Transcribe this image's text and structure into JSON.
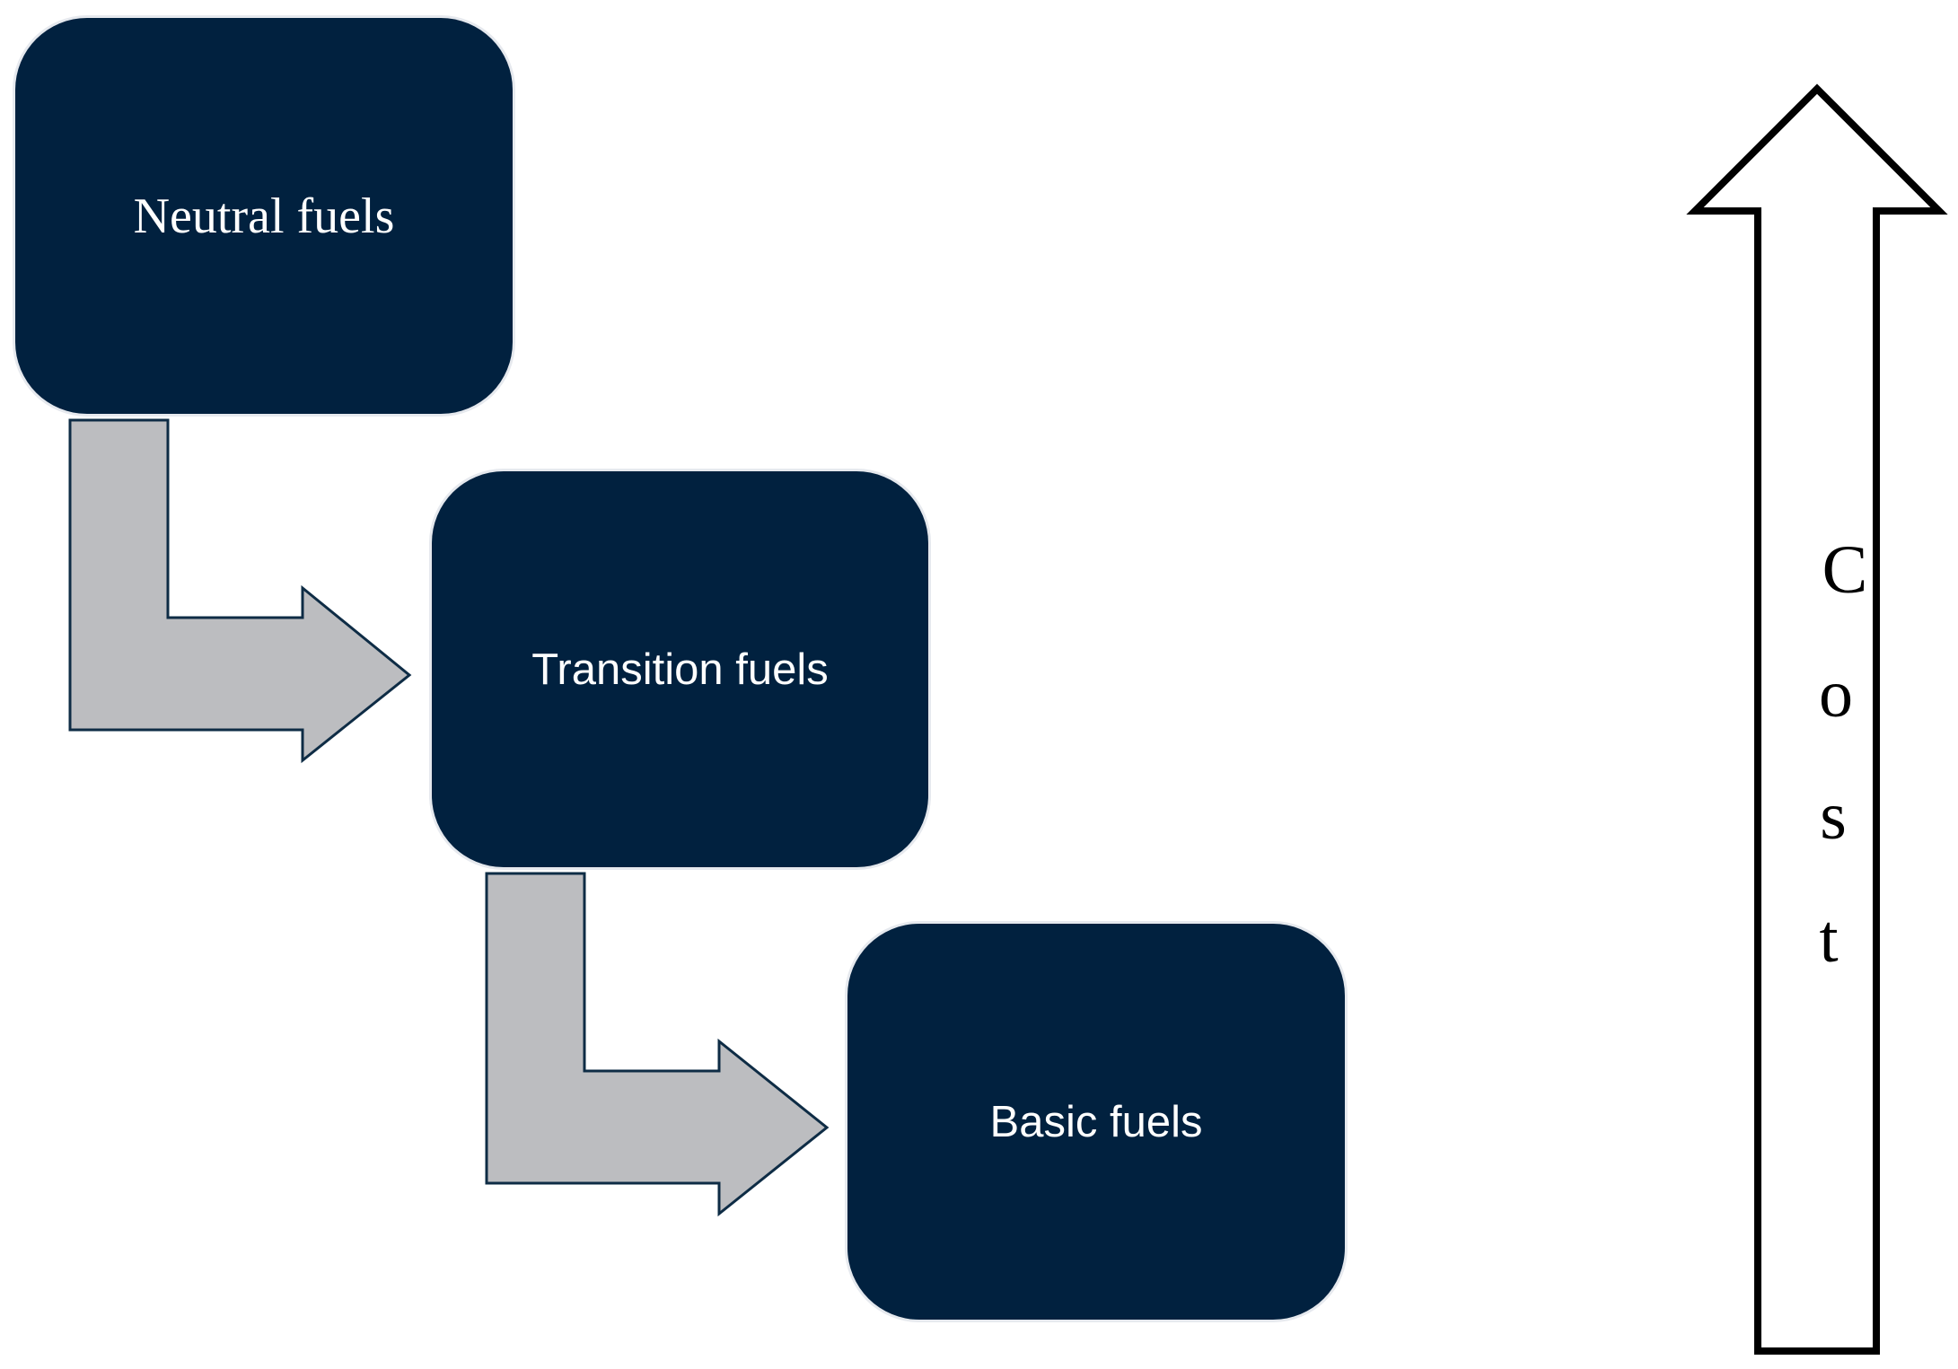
{
  "diagram": {
    "boxes": [
      {
        "id": "neutral",
        "label": "Neutral fuels"
      },
      {
        "id": "transition",
        "label": "Transition fuels"
      },
      {
        "id": "basic",
        "label": "Basic fuels"
      }
    ],
    "axis": {
      "letters": [
        "C",
        "o",
        "s",
        "t"
      ]
    },
    "colors": {
      "box_fill": "#01213f",
      "connector_fill": "#bcbdc0",
      "connector_stroke": "#0e2c45",
      "axis_stroke": "#000000"
    }
  }
}
